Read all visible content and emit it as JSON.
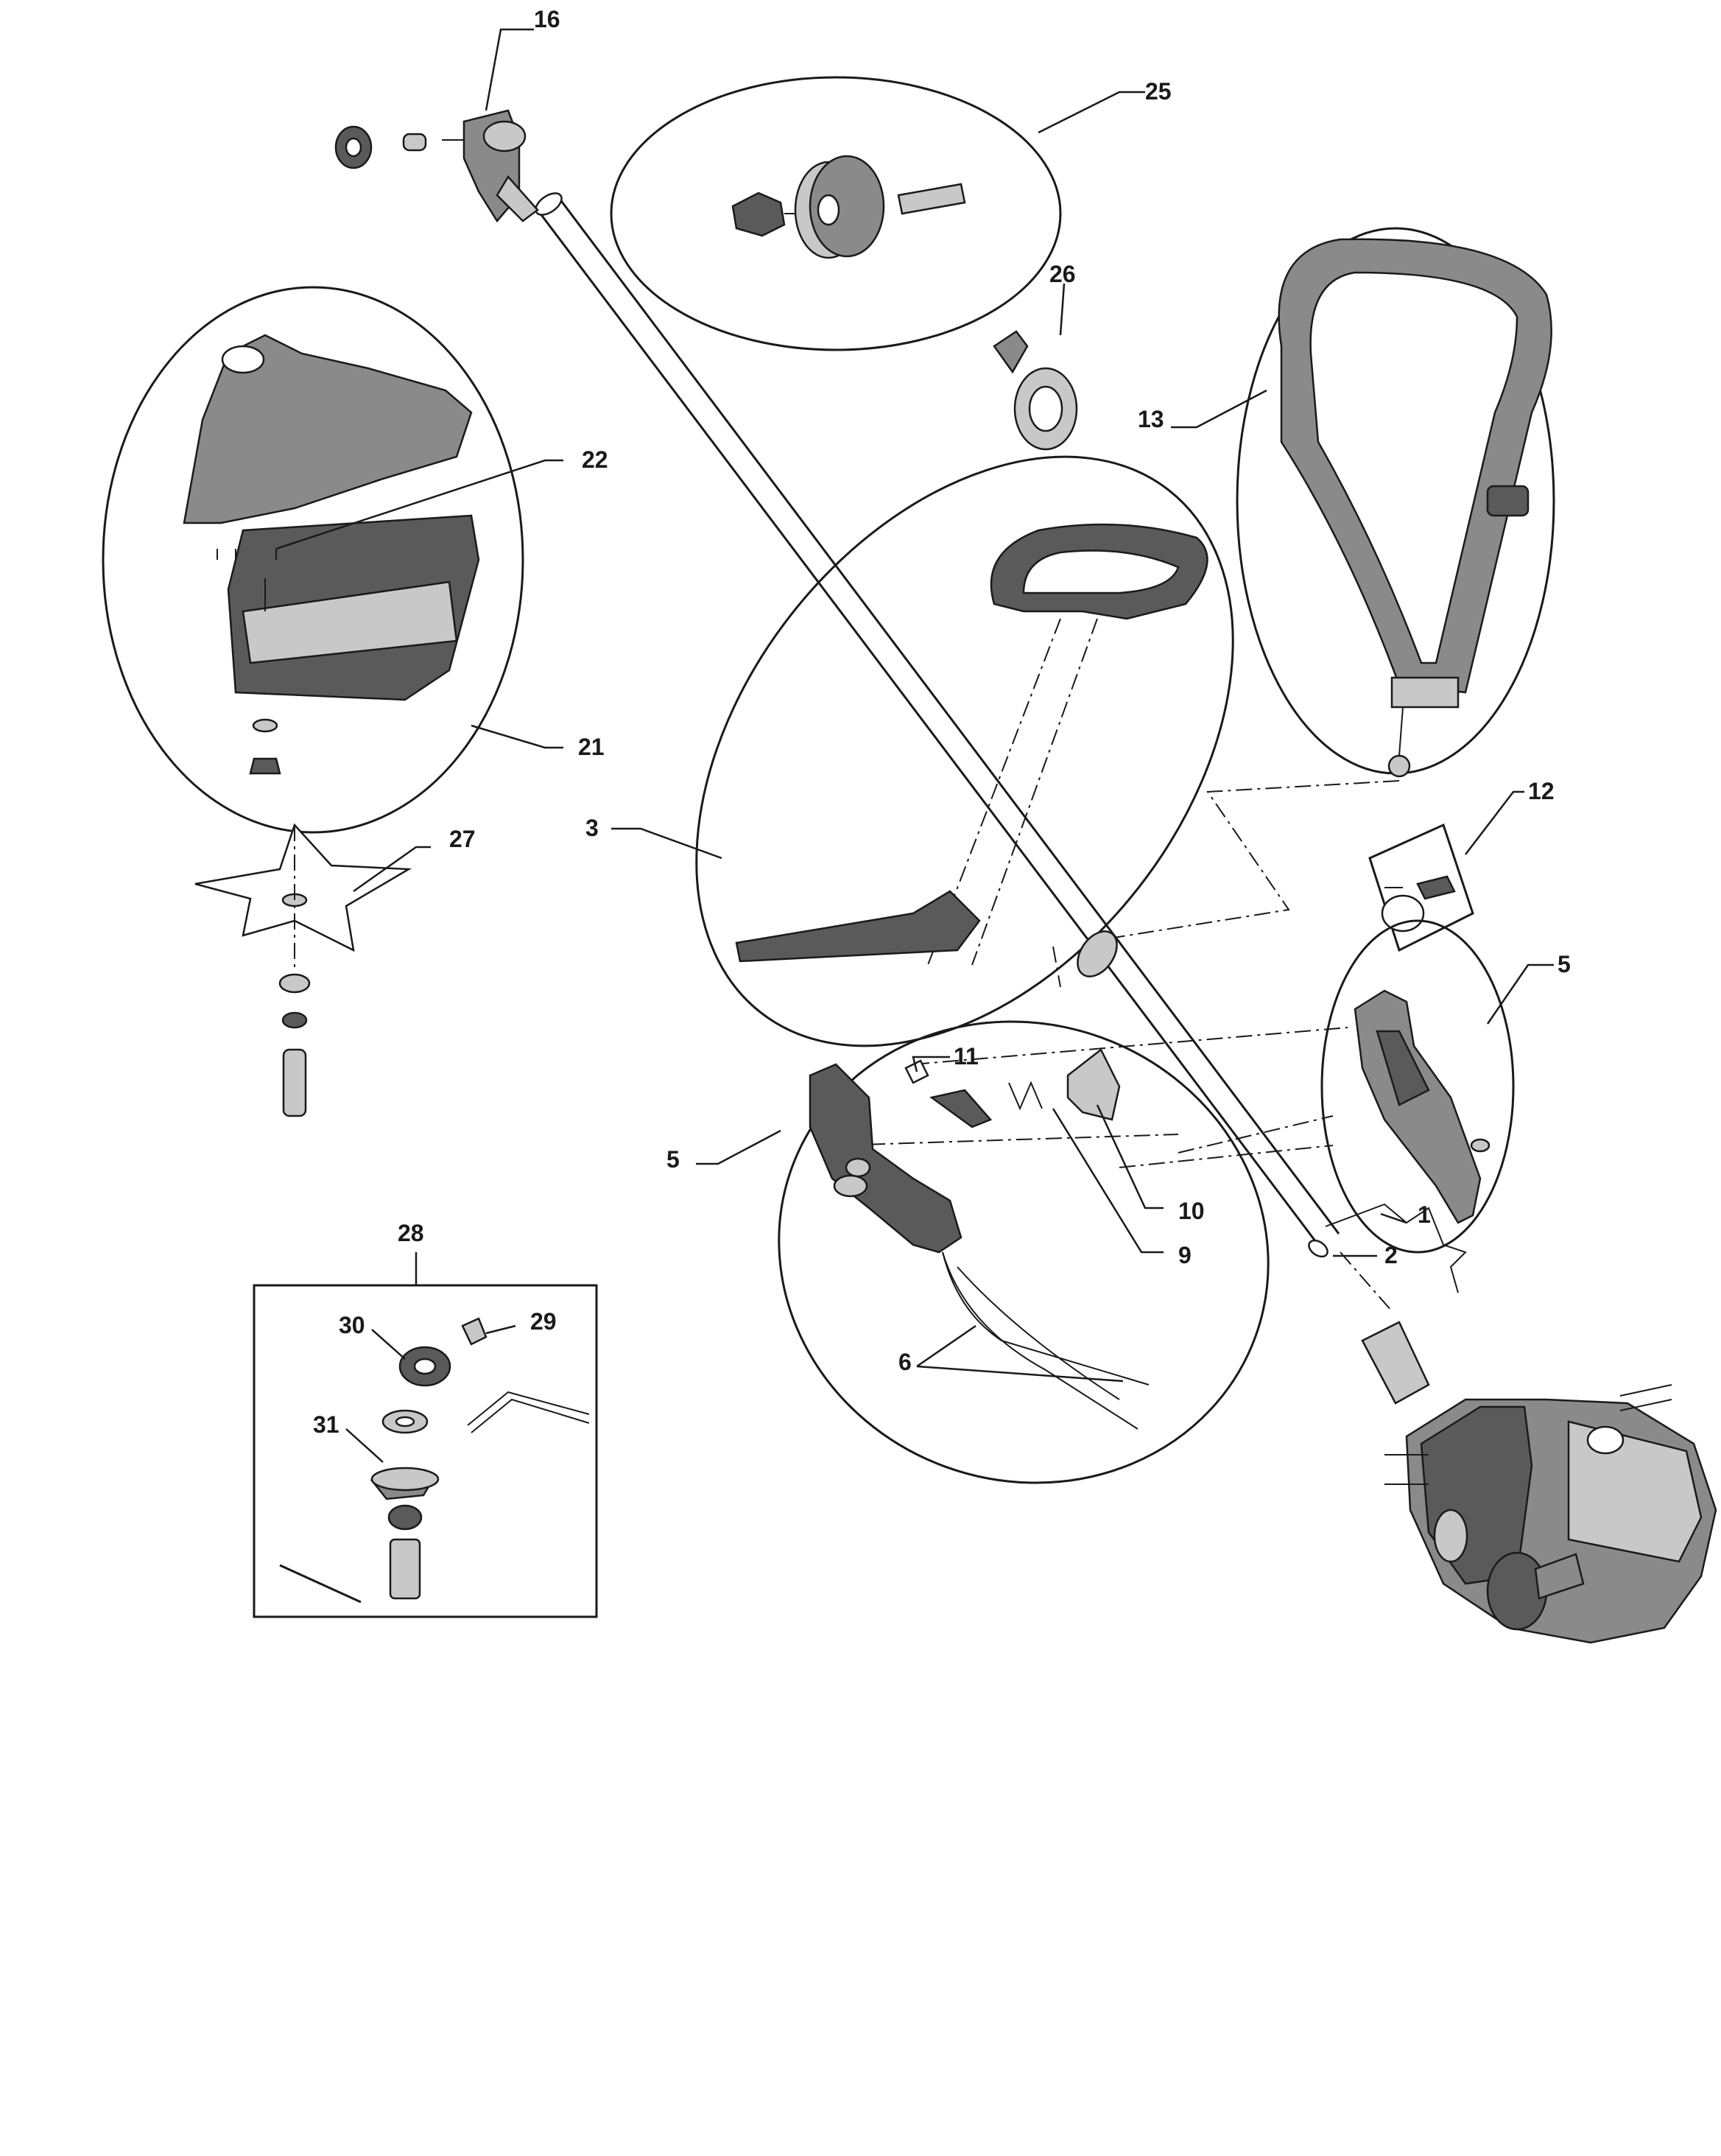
{
  "callouts": {
    "c16": "16",
    "c25": "25",
    "c26": "26",
    "c13": "13",
    "c22": "22",
    "c21": "21",
    "c27": "27",
    "c3": "3",
    "c12": "12",
    "c5a": "5",
    "c5b": "5",
    "c11": "11",
    "c10": "10",
    "c9": "9",
    "c1": "1",
    "c2": "2",
    "c6": "6",
    "c28": "28",
    "c29": "29",
    "c30": "30",
    "c31": "31"
  },
  "colors": {
    "part_fill": "#8a8a8a",
    "part_dark": "#5a5a5a",
    "outline": "#1a1a1a"
  }
}
